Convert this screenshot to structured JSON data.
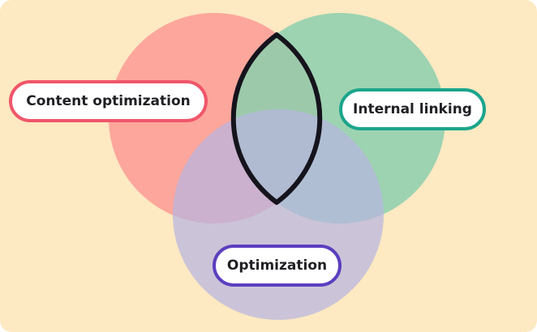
{
  "diagram": {
    "type": "venn",
    "colors": {
      "background": "#fde9c2",
      "content": "#fd9a95",
      "linking": "#8ccfae",
      "optimization": "#b7b5e0",
      "outline": "#15131c"
    },
    "sets": [
      {
        "id": "content",
        "label": "Content optimization",
        "border_color": "#f0566a"
      },
      {
        "id": "linking",
        "label": "Internal linking",
        "border_color": "#1aa58c"
      },
      {
        "id": "optimization",
        "label": "Optimization",
        "border_color": "#5b3fbf"
      }
    ],
    "highlight": "content ∩ linking"
  }
}
